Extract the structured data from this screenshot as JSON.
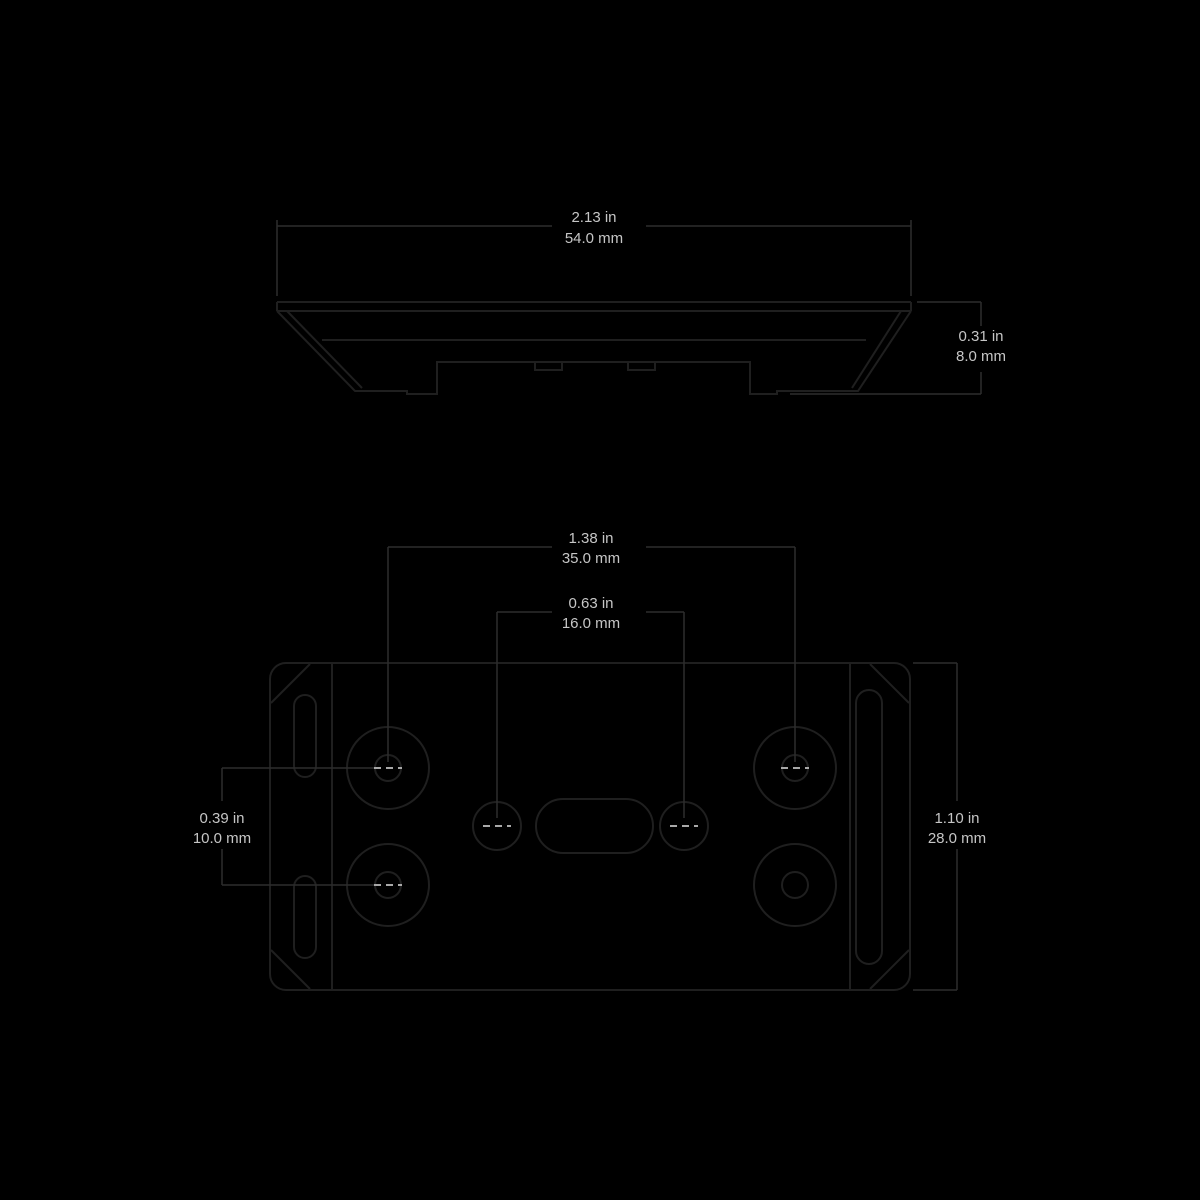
{
  "drawing": {
    "type": "technical-drawing-two-views",
    "side_view": {
      "width": {
        "inches": "2.13 in",
        "metric": "54.0 mm"
      },
      "height": {
        "inches": "0.31 in",
        "metric": "8.0 mm"
      }
    },
    "plan_view": {
      "hole_span": {
        "inches": "1.38 in",
        "metric": "35.0 mm"
      },
      "slot_span": {
        "inches": "0.63 in",
        "metric": "16.0 mm"
      },
      "hole_pitch": {
        "inches": "0.39 in",
        "metric": "10.0 mm"
      },
      "depth": {
        "inches": "1.10 in",
        "metric": "28.0 mm"
      }
    },
    "colors": {
      "background": "#000000",
      "part_outline": "#1f1f1f",
      "dimension_lines": "#2d2d2d",
      "dimension_text": "#c6c6c6",
      "center_marker": "#a8a8a8"
    }
  }
}
